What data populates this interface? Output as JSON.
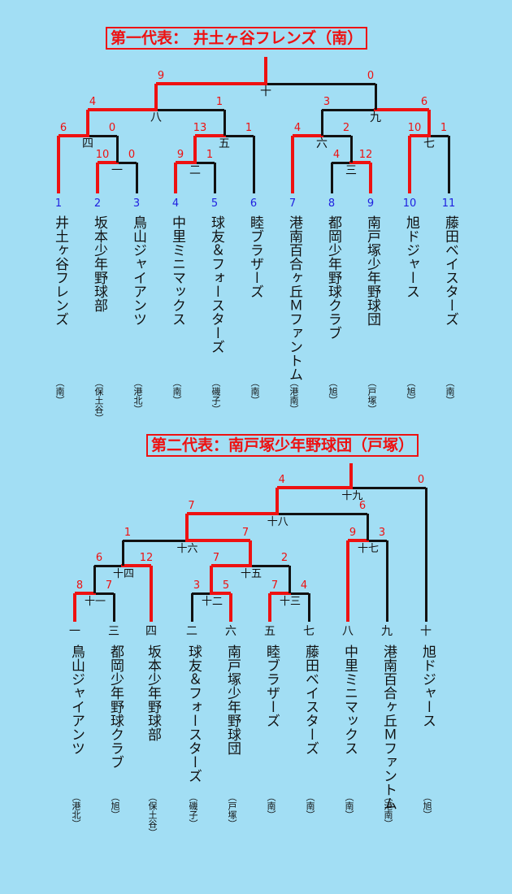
{
  "bracket1": {
    "title": "第一代表： 井土ヶ谷フレンズ（南）",
    "teams": [
      {
        "seed": "1",
        "name": "井土ヶ谷フレンズ",
        "district": "（南）"
      },
      {
        "seed": "2",
        "name": "坂本少年野球部",
        "district": "（保土谷）"
      },
      {
        "seed": "3",
        "name": "鳥山ジャイアンツ",
        "district": "（港北）"
      },
      {
        "seed": "4",
        "name": "中里ミニマックス",
        "district": "（南）"
      },
      {
        "seed": "5",
        "name": "球友＆フォースターズ",
        "district": "（磯子）"
      },
      {
        "seed": "6",
        "name": "睦ブラザーズ",
        "district": "（南）"
      },
      {
        "seed": "7",
        "name": "港南百合ヶ丘Ｍファントム",
        "district": "（港南）"
      },
      {
        "seed": "8",
        "name": "都岡少年野球クラブ",
        "district": "（旭）"
      },
      {
        "seed": "9",
        "name": "南戸塚少年野球団",
        "district": "（戸塚）"
      },
      {
        "seed": "10",
        "name": "旭ドジャース",
        "district": "（旭）"
      },
      {
        "seed": "11",
        "name": "藤田ベイスターズ",
        "district": "（南）"
      }
    ],
    "matches": [
      {
        "no": "一",
        "left_score": "10",
        "right_score": "0"
      },
      {
        "no": "二",
        "left_score": "9",
        "right_score": "1"
      },
      {
        "no": "三",
        "left_score": "4",
        "right_score": "12"
      },
      {
        "no": "四",
        "left_score": "6",
        "right_score": "0"
      },
      {
        "no": "五",
        "left_score": "13",
        "right_score": "1"
      },
      {
        "no": "六",
        "left_score": "4",
        "right_score": "2"
      },
      {
        "no": "七",
        "left_score": "10",
        "right_score": "1"
      },
      {
        "no": "八",
        "left_score": "4",
        "right_score": "1"
      },
      {
        "no": "九",
        "left_score": "3",
        "right_score": "6"
      },
      {
        "no": "十",
        "left_score": "9",
        "right_score": "0"
      }
    ]
  },
  "bracket2": {
    "title": "第二代表：南戸塚少年野球団（戸塚）",
    "teams": [
      {
        "seed": "一",
        "name": "鳥山ジャイアンツ",
        "district": "（港北）"
      },
      {
        "seed": "三",
        "name": "都岡少年野球クラブ",
        "district": "（旭）"
      },
      {
        "seed": "四",
        "name": "坂本少年野球部",
        "district": "（保土谷）"
      },
      {
        "seed": "二",
        "name": "球友＆フォースターズ",
        "district": "（磯子）"
      },
      {
        "seed": "六",
        "name": "南戸塚少年野球団",
        "district": "（戸塚）"
      },
      {
        "seed": "五",
        "name": "睦ブラザーズ",
        "district": "（南）"
      },
      {
        "seed": "七",
        "name": "藤田ベイスターズ",
        "district": "（南）"
      },
      {
        "seed": "八",
        "name": "中里ミニマックス",
        "district": "（南）"
      },
      {
        "seed": "九",
        "name": "港南百合ヶ丘Ｍファントム",
        "district": "（港南）"
      },
      {
        "seed": "十",
        "name": "旭ドジャース",
        "district": "（旭）"
      }
    ],
    "matches": [
      {
        "no": "十一",
        "left_score": "8",
        "right_score": "7"
      },
      {
        "no": "十二",
        "left_score": "3",
        "right_score": "5"
      },
      {
        "no": "十三",
        "left_score": "7",
        "right_score": "4"
      },
      {
        "no": "十四",
        "left_score": "6",
        "right_score": "12"
      },
      {
        "no": "十五",
        "left_score": "7",
        "right_score": "2"
      },
      {
        "no": "十六",
        "left_score": "1",
        "right_score": "7"
      },
      {
        "no": "十七",
        "left_score": "9",
        "right_score": "3"
      },
      {
        "no": "十八",
        "left_score": "7",
        "right_score": "6"
      },
      {
        "no": "十九",
        "left_score": "4",
        "right_score": "0"
      }
    ]
  },
  "colors": {
    "background": "#a2def4",
    "winner_line": "#ee1111",
    "loser_line": "#111111",
    "seed_number": "#1f1fe0",
    "score": "#ee1111"
  }
}
